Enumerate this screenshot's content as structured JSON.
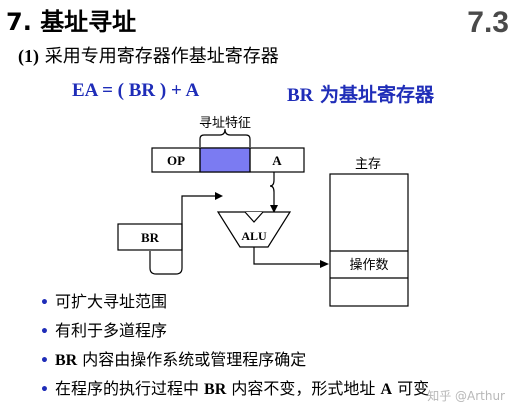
{
  "title": {
    "number": "7.",
    "text": "基址寻址"
  },
  "section_number": "7.3",
  "subtitle": {
    "number": "(1)",
    "text": "采用专用寄存器作基址寄存器"
  },
  "formula": "EA = ( BR ) + A",
  "formula_note": {
    "br": "BR",
    "text": "为基址寄存器"
  },
  "diagram": {
    "instruction_label": "寻址特征",
    "fields": {
      "op": "OP",
      "a": "A"
    },
    "br_label": "BR",
    "alu_label": "ALU",
    "memory_title": "主存",
    "operand_label": "操作数",
    "colors": {
      "addressing_field": "#7b7bf2",
      "line": "#000000"
    }
  },
  "bullets": [
    {
      "parts": [
        {
          "text": "可扩大寻址范围",
          "en": false
        }
      ]
    },
    {
      "parts": [
        {
          "text": "有利于多道程序",
          "en": false
        }
      ]
    },
    {
      "parts": [
        {
          "text": "BR",
          "en": true
        },
        {
          "text": " 内容由操作系统或管理程序确定",
          "en": false
        }
      ]
    },
    {
      "parts": [
        {
          "text": "在程序的执行过程中 ",
          "en": false
        },
        {
          "text": "BR",
          "en": true
        },
        {
          "text": " 内容不变，形式地址 ",
          "en": false
        },
        {
          "text": "A",
          "en": true
        },
        {
          "text": " 可变",
          "en": false
        }
      ]
    }
  ],
  "watermark": "知乎 @Arthur"
}
